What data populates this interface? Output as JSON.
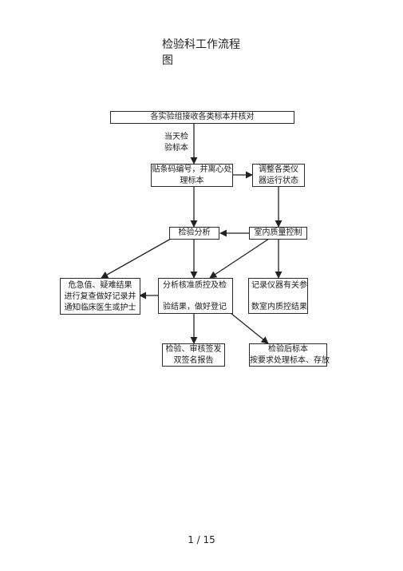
{
  "title": {
    "line1": "检验科工作流程",
    "line2": "图"
  },
  "nodes": {
    "receive": "各实验组接收各类标本并核对",
    "same_day_label": {
      "line1": "当天检",
      "line2": "验标本"
    },
    "barcode": {
      "line1": "贴条码编号，并离心处",
      "line2": "理标本"
    },
    "adjust": {
      "line1": "调整各类仪",
      "line2": "器运行状态"
    },
    "analysis": "检验分析",
    "qc": "室内质量控制",
    "critical": {
      "line1": "危急值、疑难结果",
      "line2": "进行复查做好记录并",
      "line3": "通知临床医生或护士"
    },
    "verify": {
      "line1": "分析核准质控及检",
      "line2": "验结果，做好登记"
    },
    "record": {
      "line1": "记录仪器有关参",
      "line2": "数室内质控结果"
    },
    "report": {
      "line1": "检验、审核签发",
      "line2": "双签名报告"
    },
    "post": {
      "line1": "检验后标本",
      "line2": "按要求处理标本、存放"
    }
  },
  "footer": {
    "page": "1 / 15"
  }
}
